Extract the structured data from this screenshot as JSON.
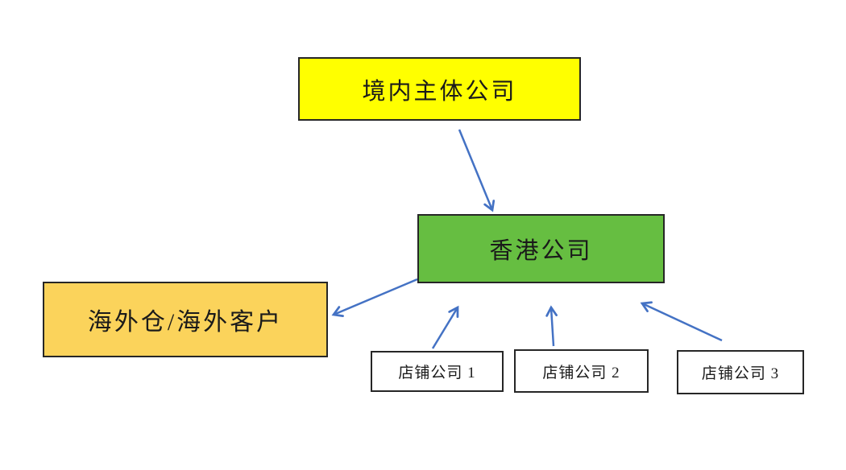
{
  "diagram": {
    "arrow_color": "#4472C4",
    "nodes": {
      "domestic": {
        "label": "境内主体公司",
        "fill": "#FFFF00"
      },
      "hongkong": {
        "label": "香港公司",
        "fill": "#66BE41"
      },
      "overseas": {
        "label": "海外仓/海外客户",
        "fill": "#FBD35B"
      },
      "shop1": {
        "label": "店铺公司 1",
        "fill": "#FFFFFF"
      },
      "shop2": {
        "label": "店铺公司 2",
        "fill": "#FFFFFF"
      },
      "shop3": {
        "label": "店铺公司 3",
        "fill": "#FFFFFF"
      }
    },
    "edges": [
      {
        "from": "境内主体公司",
        "to": "香港公司"
      },
      {
        "from": "香港公司",
        "to": "海外仓/海外客户"
      },
      {
        "from": "店铺公司 1",
        "to": "香港公司"
      },
      {
        "from": "店铺公司 2",
        "to": "香港公司"
      },
      {
        "from": "店铺公司 3",
        "to": "香港公司"
      }
    ]
  }
}
